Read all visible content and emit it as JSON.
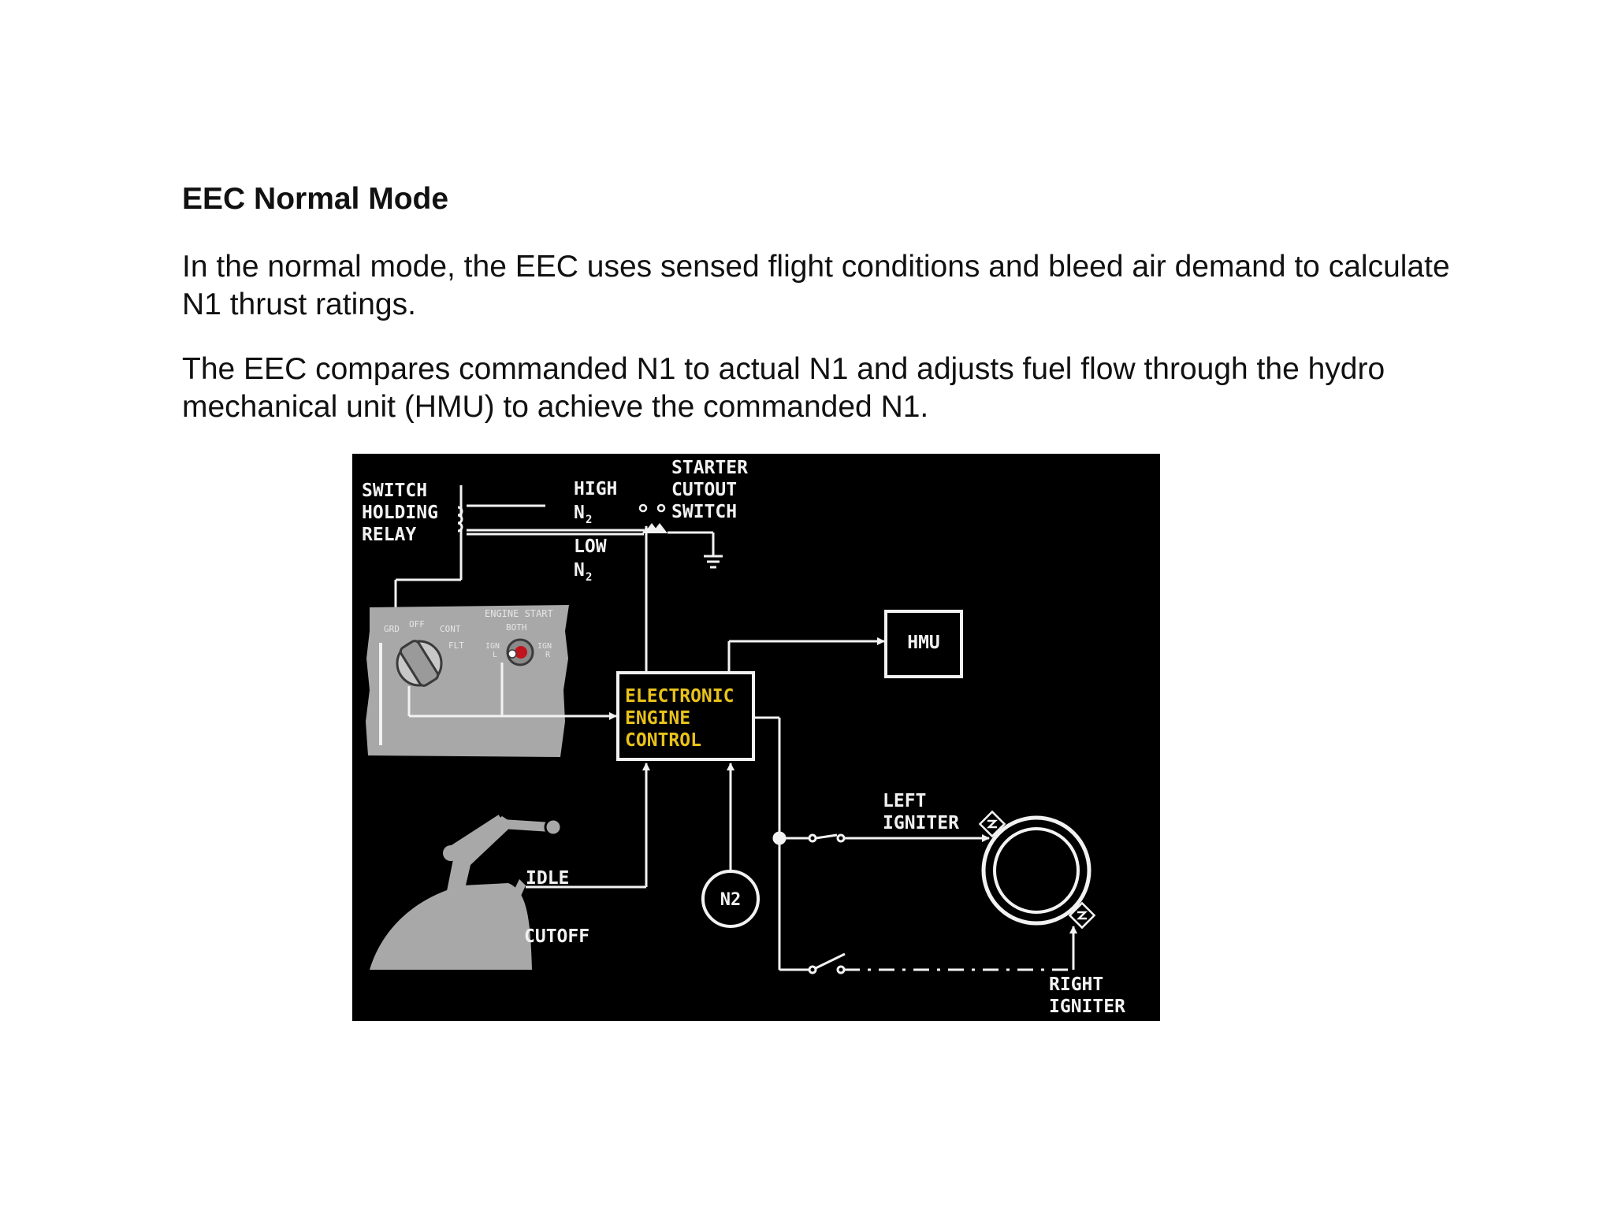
{
  "document": {
    "title": "EEC Normal Mode",
    "paragraphs": [
      "In the normal mode, the EEC uses sensed flight conditions and bleed air demand to calculate N1 thrust ratings.",
      "The EEC compares commanded N1 to actual N1 and adjusts fuel flow through the hydro mechanical unit  (HMU) to achieve the commanded N1."
    ]
  },
  "diagram": {
    "switch_holding_relay": [
      "SWITCH",
      "HOLDING",
      "RELAY"
    ],
    "high_n2": "HIGH",
    "low_n2": "LOW",
    "n2_symbol": "N",
    "n2_subscript": "2",
    "starter_cutout_switch": [
      "STARTER",
      "CUTOUT",
      "SWITCH"
    ],
    "engine_start_panel": {
      "title": "ENGINE START",
      "positions": [
        "GRD",
        "OFF",
        "CONT",
        "FLT",
        "BOTH",
        "IGN",
        "L",
        "IGN",
        "R"
      ]
    },
    "hmu": "HMU",
    "eec": [
      "ELECTRONIC",
      "ENGINE",
      "CONTROL"
    ],
    "idle": "IDLE",
    "cutoff": "CUTOFF",
    "n2_sensor": "N2",
    "left_igniter": [
      "LEFT",
      "IGNITER"
    ],
    "right_igniter": [
      "RIGHT",
      "IGNITER"
    ],
    "colors": {
      "background": "#000000",
      "line": "#f2f2f2",
      "eec_text": "#e8c21a",
      "panel": "#a8a8a8",
      "panel_text": "#e6e6e6",
      "selector_red": "#c0141e"
    }
  }
}
